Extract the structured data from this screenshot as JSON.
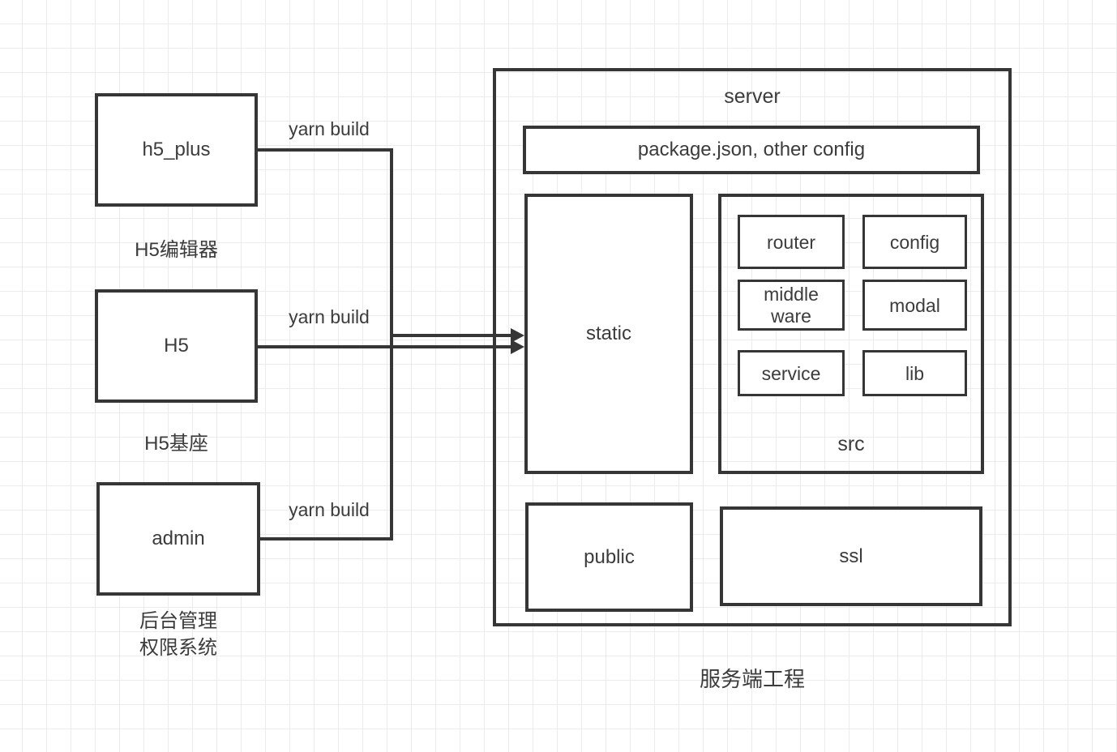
{
  "colors": {
    "stroke": "#363636",
    "text": "#3c3c3c",
    "grid_line": "#ececec",
    "background": "#ffffff"
  },
  "clients": {
    "h5_plus": {
      "label": "h5_plus",
      "caption": "H5编辑器",
      "edge_label": "yarn build"
    },
    "h5": {
      "label": "H5",
      "caption": "H5基座",
      "edge_label": "yarn build"
    },
    "admin": {
      "label": "admin",
      "caption": "后台管理\n权限系统",
      "edge_label": "yarn build"
    }
  },
  "server": {
    "title": "server",
    "caption": "服务端工程",
    "config_file_box": "package.json, other config",
    "static_box": "static",
    "public_box": "public",
    "ssl_box": "ssl",
    "src": {
      "label": "src",
      "modules": [
        "router",
        "config",
        "middle\nware",
        "modal",
        "service",
        "lib"
      ]
    }
  }
}
